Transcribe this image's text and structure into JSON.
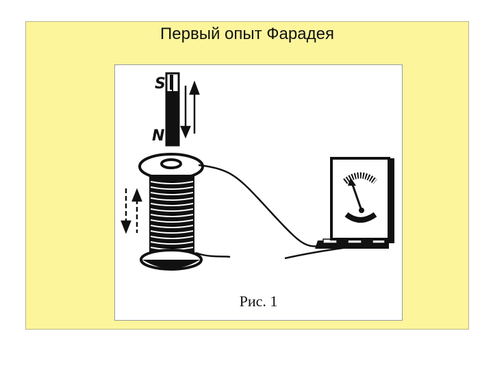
{
  "slide": {
    "title": "Первый опыт Фарадея",
    "background_color": "#fcf59c"
  },
  "figure": {
    "caption": "Рис. 1",
    "magnet": {
      "top_pole": "S",
      "bottom_pole": "N"
    }
  }
}
